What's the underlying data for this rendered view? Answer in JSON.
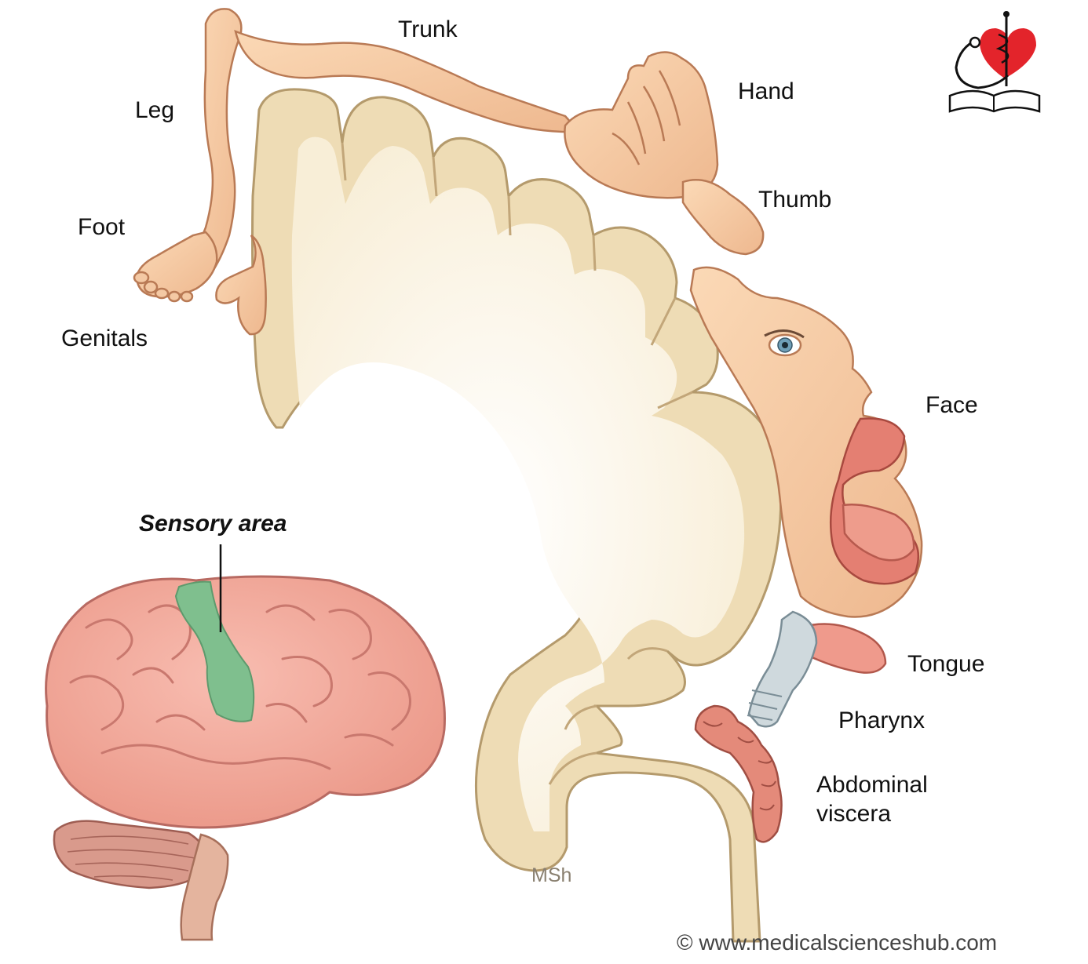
{
  "labels": {
    "leg": "Leg",
    "trunk": "Trunk",
    "hand": "Hand",
    "thumb": "Thumb",
    "foot": "Foot",
    "genitals": "Genitals",
    "face": "Face",
    "tongue": "Tongue",
    "pharynx": "Pharynx",
    "abdominal": "Abdominal",
    "viscera": "viscera"
  },
  "callout": {
    "sensory_area": "Sensory area"
  },
  "signature": "MSh",
  "copyright": "© www.medicalscienceshub.com",
  "colors": {
    "cortex_outer": "#eedcb5",
    "cortex_inner": "#fbf4e2",
    "cortex_edge": "#b49a6c",
    "skin": "#f6c9a0",
    "skin_edge": "#b97a55",
    "brain": "#f2a79c",
    "brain_edge": "#b86a62",
    "sensory_highlight": "#7fbf8e",
    "cerebellum": "#d99a8c",
    "lip": "#e47f72",
    "logo_red": "#e3242b"
  }
}
